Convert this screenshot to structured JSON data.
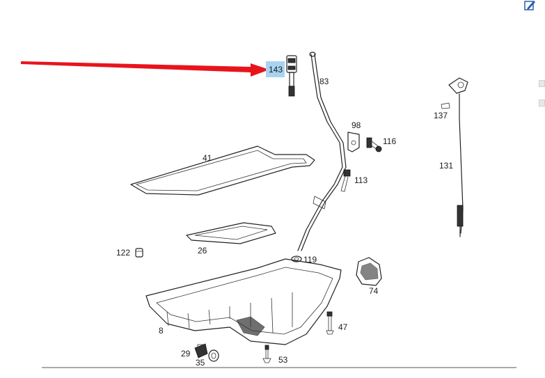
{
  "toolbar": {
    "edit_icon": "pencil-edit-icon"
  },
  "highlight": {
    "part_number": "143",
    "color": "#a8d4f2",
    "arrow_color": "#e8141c"
  },
  "part_labels": {
    "p143": "143",
    "p83": "83",
    "p98": "98",
    "p116": "116",
    "p41": "41",
    "p113": "113",
    "p137": "137",
    "p131": "131",
    "p26": "26",
    "p122": "122",
    "p119": "119",
    "p74": "74",
    "p8": "8",
    "p47": "47",
    "p29": "29",
    "p35": "35",
    "p53": "53"
  }
}
